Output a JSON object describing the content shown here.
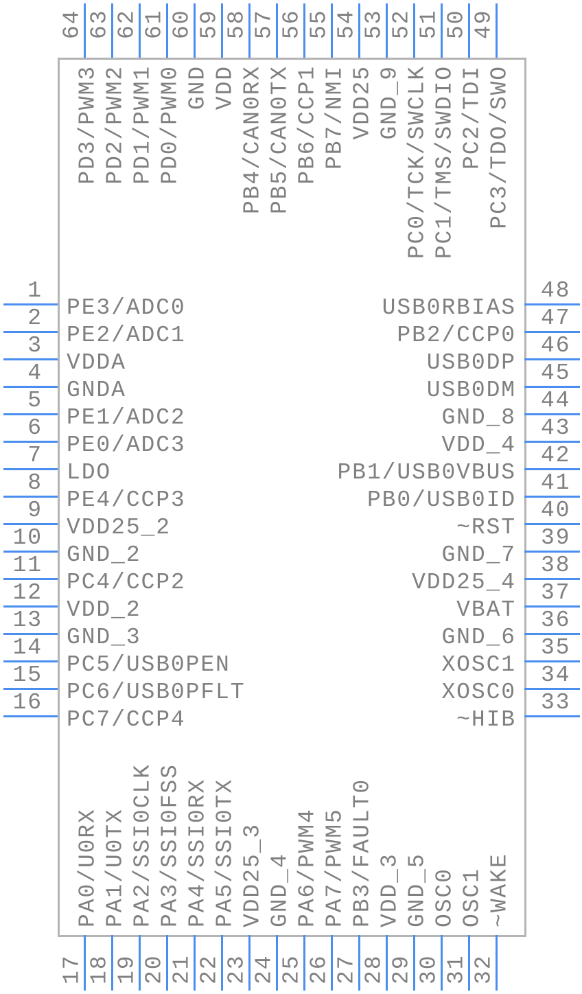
{
  "colors": {
    "pin": "#4a8ef0",
    "body_border": "#b4b4b4",
    "text": "#808080"
  },
  "pins": {
    "left": [
      {
        "number": "1",
        "label": "PE3/ADC0"
      },
      {
        "number": "2",
        "label": "PE2/ADC1"
      },
      {
        "number": "3",
        "label": "VDDA"
      },
      {
        "number": "4",
        "label": "GNDA"
      },
      {
        "number": "5",
        "label": "PE1/ADC2"
      },
      {
        "number": "6",
        "label": "PE0/ADC3"
      },
      {
        "number": "7",
        "label": "LDO"
      },
      {
        "number": "8",
        "label": "PE4/CCP3"
      },
      {
        "number": "9",
        "label": "VDD25_2"
      },
      {
        "number": "10",
        "label": "GND_2"
      },
      {
        "number": "11",
        "label": "PC4/CCP2"
      },
      {
        "number": "12",
        "label": "VDD_2"
      },
      {
        "number": "13",
        "label": "GND_3"
      },
      {
        "number": "14",
        "label": "PC5/USB0PEN"
      },
      {
        "number": "15",
        "label": "PC6/USB0PFLT"
      },
      {
        "number": "16",
        "label": "PC7/CCP4"
      }
    ],
    "bottom": [
      {
        "number": "17",
        "label": "PA0/U0RX"
      },
      {
        "number": "18",
        "label": "PA1/U0TX"
      },
      {
        "number": "19",
        "label": "PA2/SSI0CLK"
      },
      {
        "number": "20",
        "label": "PA3/SSI0FSS"
      },
      {
        "number": "21",
        "label": "PA4/SSI0RX"
      },
      {
        "number": "22",
        "label": "PA5/SSI0TX"
      },
      {
        "number": "23",
        "label": "VDD25_3"
      },
      {
        "number": "24",
        "label": "GND_4"
      },
      {
        "number": "25",
        "label": "PA6/PWM4"
      },
      {
        "number": "26",
        "label": "PA7/PWM5"
      },
      {
        "number": "27",
        "label": "PB3/FAULT0"
      },
      {
        "number": "28",
        "label": "VDD_3"
      },
      {
        "number": "29",
        "label": "GND_5"
      },
      {
        "number": "30",
        "label": "OSC0"
      },
      {
        "number": "31",
        "label": "OSC1"
      },
      {
        "number": "32",
        "label": "~WAKE"
      }
    ],
    "right": [
      {
        "number": "48",
        "label": "USB0RBIAS"
      },
      {
        "number": "47",
        "label": "PB2/CCP0"
      },
      {
        "number": "46",
        "label": "USB0DP"
      },
      {
        "number": "45",
        "label": "USB0DM"
      },
      {
        "number": "44",
        "label": "GND_8"
      },
      {
        "number": "43",
        "label": "VDD_4"
      },
      {
        "number": "42",
        "label": "PB1/USB0VBUS"
      },
      {
        "number": "41",
        "label": "PB0/USB0ID"
      },
      {
        "number": "40",
        "label": "~RST"
      },
      {
        "number": "39",
        "label": "GND_7"
      },
      {
        "number": "38",
        "label": "VDD25_4"
      },
      {
        "number": "37",
        "label": "VBAT"
      },
      {
        "number": "36",
        "label": "GND_6"
      },
      {
        "number": "35",
        "label": "XOSC1"
      },
      {
        "number": "34",
        "label": "XOSC0"
      },
      {
        "number": "33",
        "label": "~HIB"
      }
    ],
    "top": [
      {
        "number": "64",
        "label": "PD3/PWM3"
      },
      {
        "number": "63",
        "label": "PD2/PWM2"
      },
      {
        "number": "62",
        "label": "PD1/PWM1"
      },
      {
        "number": "61",
        "label": "PD0/PWM0"
      },
      {
        "number": "60",
        "label": "GND"
      },
      {
        "number": "59",
        "label": "VDD"
      },
      {
        "number": "58",
        "label": "PB4/CAN0RX"
      },
      {
        "number": "57",
        "label": "PB5/CAN0TX"
      },
      {
        "number": "56",
        "label": "PB6/CCP1"
      },
      {
        "number": "55",
        "label": "PB7/NMI"
      },
      {
        "number": "54",
        "label": "VDD25"
      },
      {
        "number": "53",
        "label": "GND_9"
      },
      {
        "number": "52",
        "label": "PC0/TCK/SWCLK"
      },
      {
        "number": "51",
        "label": "PC1/TMS/SWDIO"
      },
      {
        "number": "50",
        "label": "PC2/TDI"
      },
      {
        "number": "49",
        "label": "PC3/TDO/SWO"
      }
    ]
  }
}
